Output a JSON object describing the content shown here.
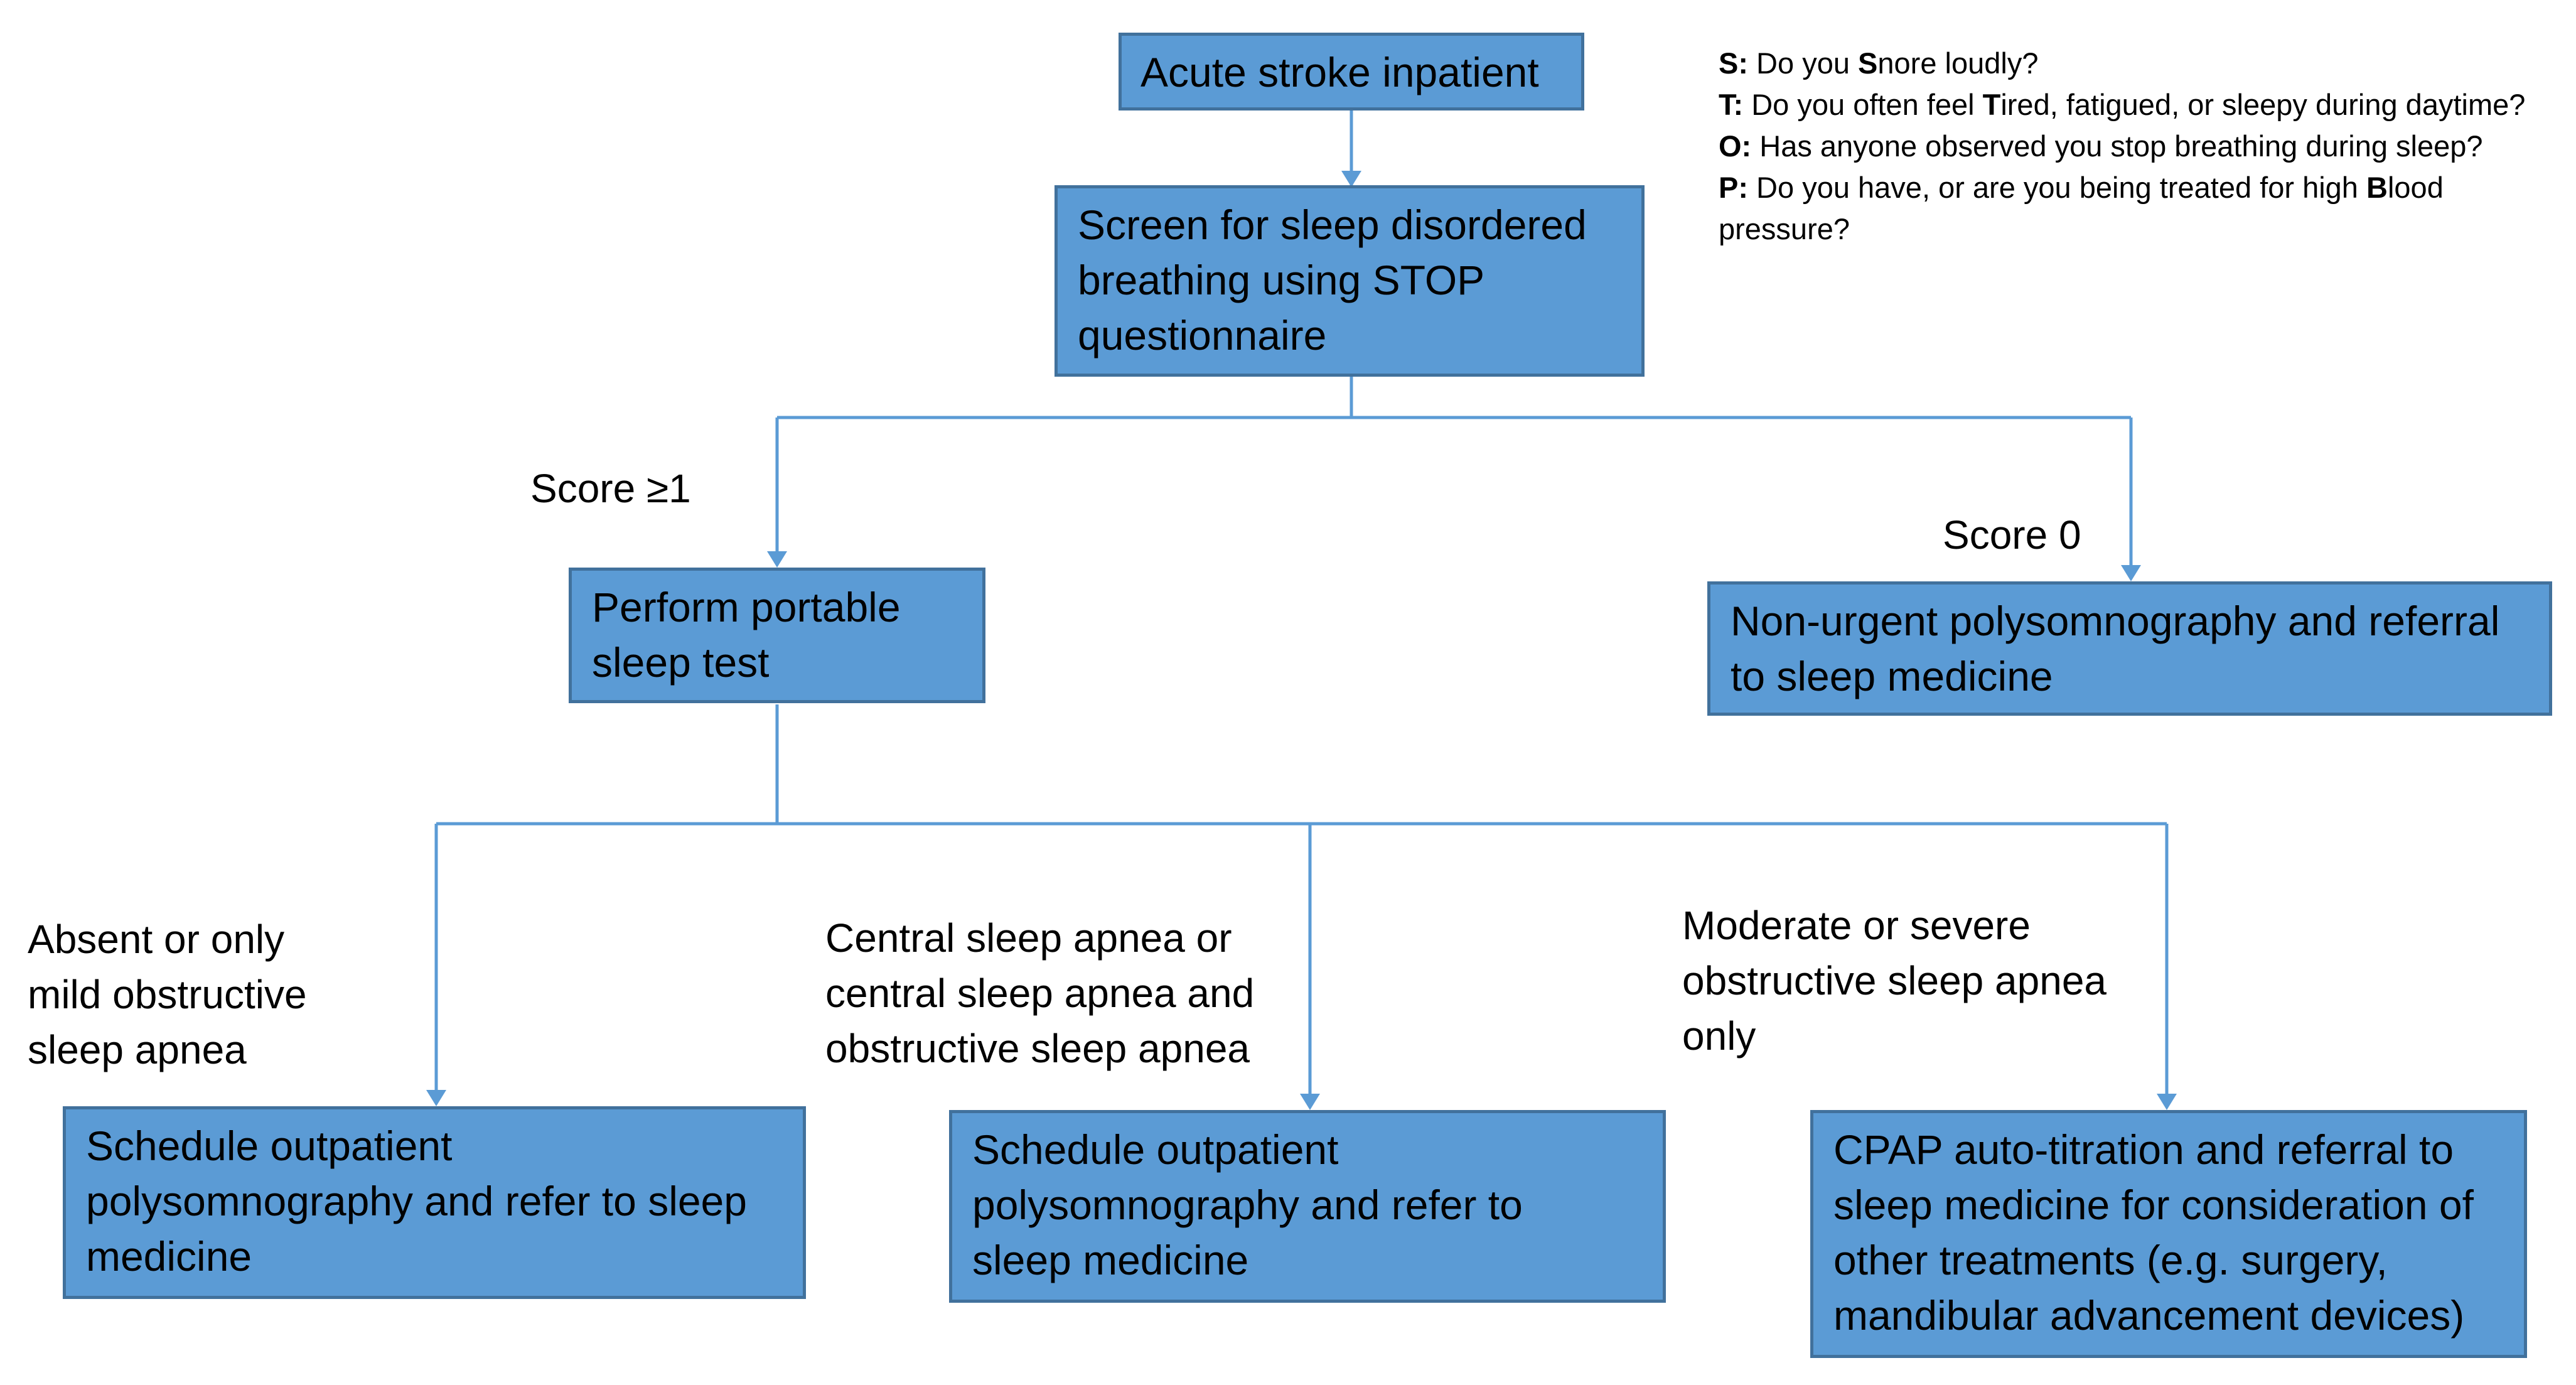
{
  "colors": {
    "box_fill": "#5b9bd5",
    "box_border": "#41719c",
    "connector": "#5b9bd5",
    "text": "#000000"
  },
  "nodes": {
    "start": "Acute stroke inpatient",
    "screen": "Screen for sleep disordered\nbreathing using STOP\nquestionnaire",
    "portable": "Perform portable\nsleep test",
    "nonurgent": "Non-urgent polysomnography and referral\nto sleep medicine",
    "outpatient_left": "Schedule outpatient\npolysomnography and refer to sleep\nmedicine",
    "outpatient_mid": "Schedule outpatient\npolysomnography and refer to\nsleep medicine",
    "cpap": "CPAP auto-titration and referral to\nsleep medicine for consideration of\nother treatments (e.g. surgery,\nmandibular advancement devices)"
  },
  "edge_labels": {
    "score_ge1": "Score ≥1",
    "score_0": "Score 0",
    "absent_mild": "Absent or only\nmild obstructive\nsleep apnea",
    "central": "Central sleep apnea or\ncentral sleep apnea and\nobstructive sleep apnea",
    "moderate_severe": "Moderate or severe\nobstructive sleep apnea\nonly"
  },
  "stop_questionnaire": [
    {
      "key": "S:",
      "text": [
        {
          "t": " Do you "
        },
        {
          "t": "S",
          "b": true
        },
        {
          "t": "nore loudly?"
        }
      ]
    },
    {
      "key": "T:",
      "text": [
        {
          "t": " Do you often feel "
        },
        {
          "t": "T",
          "b": true
        },
        {
          "t": "ired, fatigued, or sleepy during daytime?"
        }
      ]
    },
    {
      "key": "O:",
      "text": [
        {
          "t": " Has anyone observed you stop breathing during sleep?"
        }
      ]
    },
    {
      "key": "P:",
      "text": [
        {
          "t": " Do you have, or are you being treated for high "
        },
        {
          "t": "B",
          "b": true
        },
        {
          "t": "lood pressure?"
        }
      ]
    }
  ]
}
